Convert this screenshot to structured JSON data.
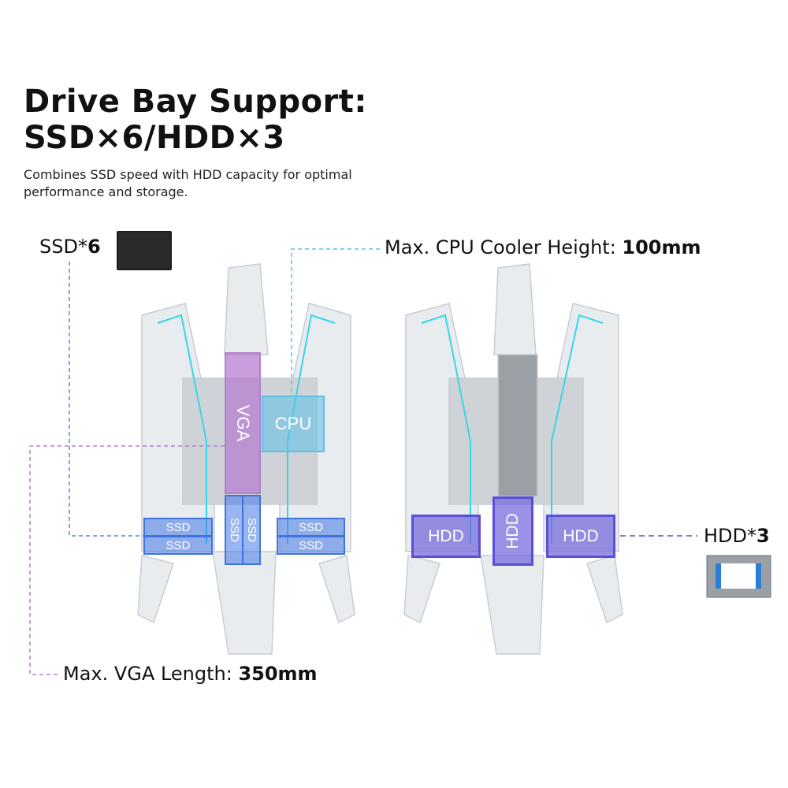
{
  "header": {
    "title_line1": "Drive Bay Support:",
    "title_line2": "SSD×6/HDD×3",
    "subtitle": "Combines SSD speed with HDD capacity for optimal performance and storage."
  },
  "callouts": {
    "ssd_label": "SSD*",
    "ssd_count": "6",
    "cpu_label": "Max. CPU Cooler Height: ",
    "cpu_value": "100mm",
    "vga_label": "Max. VGA Length: ",
    "vga_value": "350mm",
    "hdd_label": "HDD*",
    "hdd_count": "3"
  },
  "left_case": {
    "vga": "VGA",
    "cpu": "CPU",
    "ssd": "SSD"
  },
  "right_case": {
    "hdd": "HDD"
  },
  "colors": {
    "ssd": "#3f74e0",
    "hdd": "#5b4fd6",
    "vga": "#b57fd0",
    "cpu": "#5cc0e8",
    "accent_cyan": "#34d6e8"
  }
}
